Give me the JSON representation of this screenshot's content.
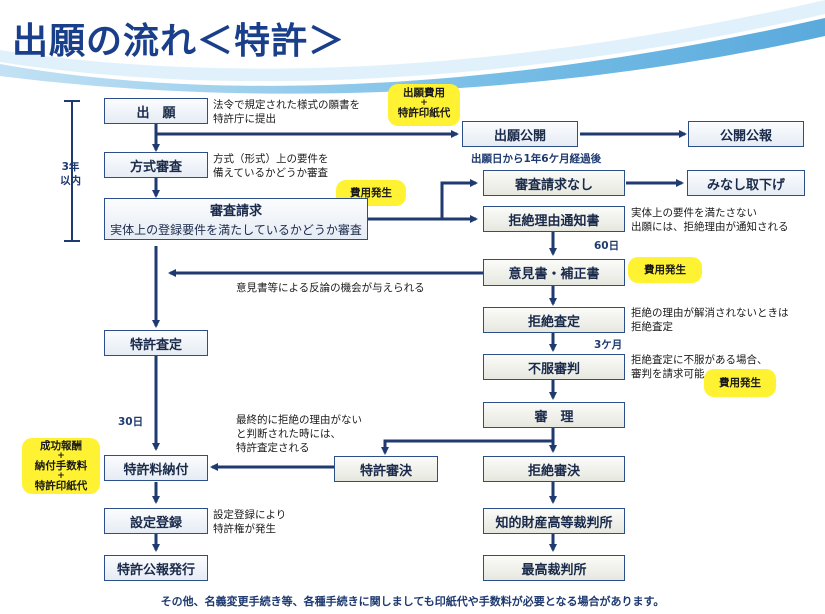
{
  "title": "出願の流れ＜特許＞",
  "period": {
    "line1": "3年",
    "line2": "以内"
  },
  "boxes": {
    "application": "出　願",
    "publication": "出願公開",
    "gazette": "公開公報",
    "formal_exam": "方式審査",
    "exam_request": "審査請求",
    "exam_request_sub": "実体上の登録要件を満たしているかどうか審査",
    "no_request": "審査請求なし",
    "deemed_withdrawn": "みなし取下げ",
    "refusal_notice": "拒絶理由通知書",
    "opinion": "意見書・補正書",
    "refusal_decision": "拒絶査定",
    "appeal": "不服審判",
    "trial": "審　理",
    "patent_decision": "特許査定",
    "patent_fee": "特許料納付",
    "patent_appeal_decision": "特許審決",
    "refusal_appeal_decision": "拒絶審決",
    "registration": "設定登録",
    "ip_court": "知的財産高等裁判所",
    "gazette_issue": "特許公報発行",
    "supreme_court": "最高裁判所"
  },
  "notes": {
    "application": [
      "法令で規定された様式の願書を",
      "特許庁に提出"
    ],
    "formal": [
      "方式（形式）上の要件を",
      "備えているかどうか審査"
    ],
    "refusal_notice": [
      "実体上の要件を満たさない",
      "出願には、拒絶理由が通知される"
    ],
    "opinion": "意見書等による反論の機会が与えられる",
    "refusal_decision": [
      "拒絶の理由が解消されないときは",
      "拒絶査定"
    ],
    "appeal": [
      "拒絶査定に不服がある場合、",
      "審判を請求可能"
    ],
    "final": [
      "最終的に拒絶の理由がない",
      "と判断された時には、",
      "特許査定される"
    ],
    "registration": [
      "設定登録により",
      "特許権が発生"
    ]
  },
  "period_notes": {
    "after_18_months": "出願日から1年6ケ月経過後",
    "sixty_days": "60日",
    "three_months": "3ケ月",
    "thirty_days": "30日"
  },
  "fees": {
    "application_fee": {
      "line1": "出願費用",
      "plus": "+",
      "line2": "特許印紙代"
    },
    "cost1": "費用発生",
    "cost2": "費用発生",
    "cost3": "費用発生",
    "success": {
      "line1": "成功報酬",
      "plus1": "+",
      "line2": "納付手数料",
      "plus2": "+",
      "line3": "特許印紙代"
    }
  },
  "footer": "その他、名義変更手続き等、各種手続きに関しましても印紙代や手数料が必要となる場合があります。",
  "colors": {
    "navy": "#1e3a70",
    "highlight": "#fff233",
    "swoosh": "#4aa6dc"
  }
}
